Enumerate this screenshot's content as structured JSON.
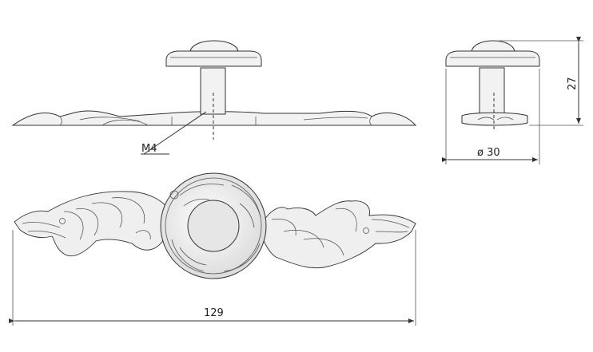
{
  "diagram": {
    "labels": {
      "thread": "M4",
      "height": "27",
      "diameter": "ø 30",
      "length": "129"
    },
    "colors": {
      "line": "#333333",
      "fill": "#f2f2f2",
      "background": "#ffffff"
    }
  }
}
